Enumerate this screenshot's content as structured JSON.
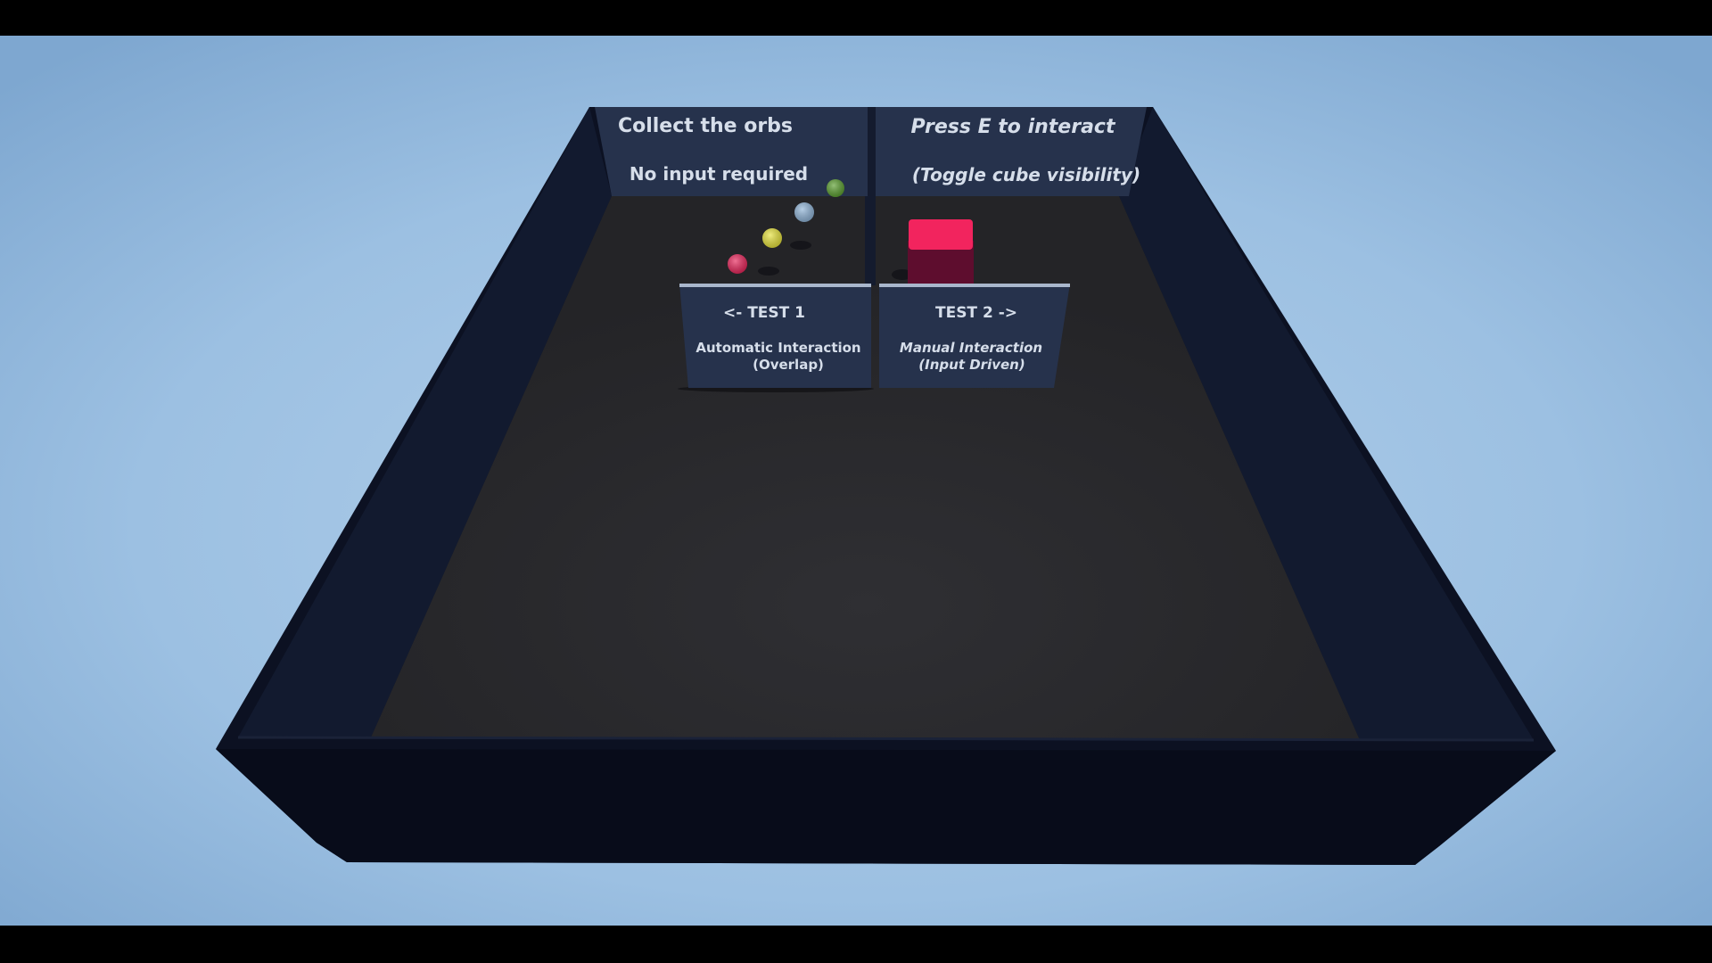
{
  "scene": {
    "test1_back_sign": {
      "title": "Collect the orbs",
      "subtitle": "No input required"
    },
    "test2_back_sign": {
      "title": "Press E to interact",
      "subtitle": "(Toggle cube visibility)"
    },
    "test1_front_sign": {
      "title": "<- TEST 1",
      "line1": "Automatic Interaction",
      "line2": "(Overlap)"
    },
    "test2_front_sign": {
      "title": "TEST 2 ->",
      "line1": "Manual Interaction",
      "line2": "(Input Driven)"
    },
    "orbs": [
      {
        "name": "green-orb",
        "color": "#5a9e2e"
      },
      {
        "name": "blue-orb",
        "color": "#8fb4d8"
      },
      {
        "name": "yellow-orb",
        "color": "#e6e23a"
      },
      {
        "name": "red-orb",
        "color": "#e8245a"
      }
    ],
    "cube_color": "#f2245e",
    "sky_color": "#a4c5e3",
    "wall_color": "#0f1528",
    "floor_color": "#2a2a2e",
    "sign_color": "#27344f"
  }
}
